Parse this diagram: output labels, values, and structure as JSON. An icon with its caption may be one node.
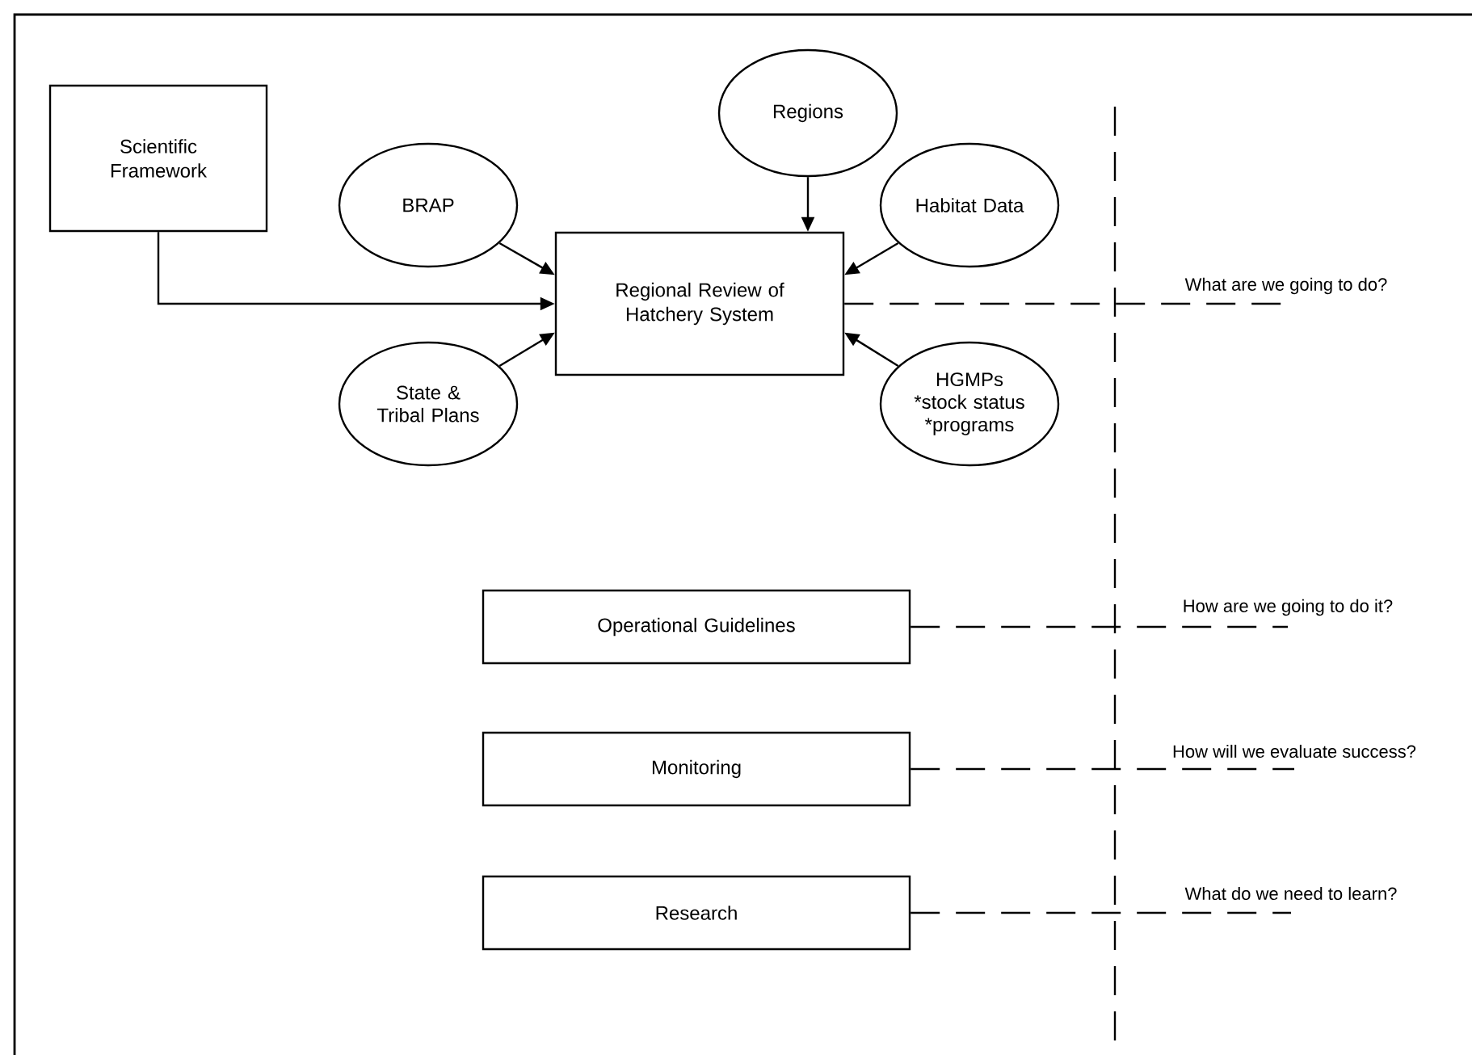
{
  "diagram": {
    "nodes": [
      {
        "text": [
          "Scientific Framework"
        ]
      },
      {
        "text": [
          "Regions"
        ]
      },
      {
        "text": [
          "BRAP"
        ]
      },
      {
        "text": [
          "Regional Review of Hatchery System"
        ]
      },
      {
        "text": [
          "Habitat Data"
        ]
      },
      {
        "text": [
          "State & Tribal Plans"
        ]
      },
      {
        "text": [
          "HGMPs",
          "*stock status",
          "*programs"
        ]
      },
      {
        "text": [
          "Operational Guidelines"
        ]
      },
      {
        "text": [
          "Monitoring"
        ]
      },
      {
        "text": [
          "Research"
        ]
      },
      {
        "text": [
          "What are we going to do?"
        ]
      },
      {
        "text": [
          "How are we going to do it?"
        ]
      },
      {
        "text": [
          "How will we evaluate success?"
        ]
      },
      {
        "text": [
          "What do we need to learn?"
        ]
      }
    ],
    "edges": [
      {
        "from": 0,
        "to": 3,
        "arrow": "to"
      },
      {
        "from": 1,
        "to": 3,
        "arrow": "to"
      },
      {
        "from": 2,
        "to": 3,
        "arrow": "to"
      },
      {
        "from": 4,
        "to": 3,
        "arrow": "to"
      },
      {
        "from": 5,
        "to": 3,
        "arrow": "to"
      },
      {
        "from": 6,
        "to": 3,
        "arrow": "to"
      },
      {
        "from": 3,
        "to": 10,
        "arrow": "none",
        "style": "dashed"
      },
      {
        "from": 7,
        "to": 11,
        "arrow": "none",
        "style": "dashed"
      },
      {
        "from": 8,
        "to": 12,
        "arrow": "none",
        "style": "dashed"
      },
      {
        "from": 9,
        "to": 13,
        "arrow": "none",
        "style": "dashed"
      }
    ]
  }
}
